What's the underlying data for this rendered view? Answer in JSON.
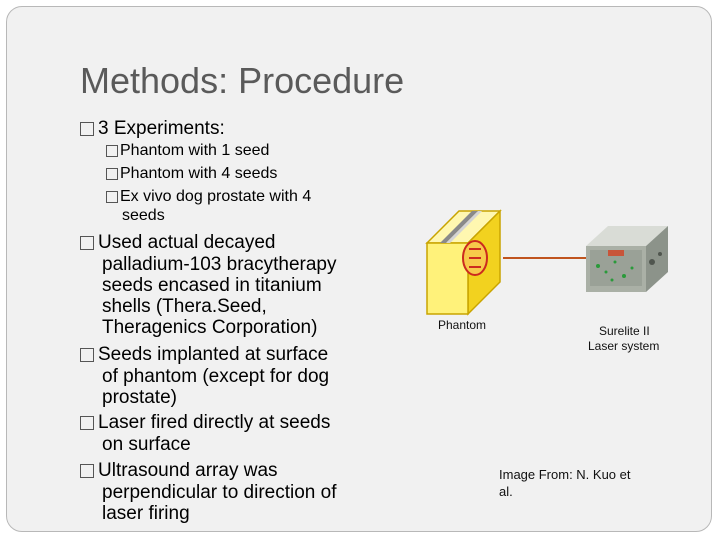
{
  "slide": {
    "title": "Methods: Procedure",
    "experiments": {
      "label": "3 Experiments:",
      "items": [
        "Phantom with 1 seed",
        "Phantom with 4 seeds",
        "Ex vivo dog prostate with 4",
        "seeds"
      ]
    },
    "bullets": [
      {
        "lines": [
          "Used actual decayed",
          "palladium-103 bracytherapy",
          "seeds encased in titanium",
          "shells (Thera.Seed,",
          "Theragenics Corporation)"
        ]
      },
      {
        "lines": [
          "Seeds implanted at surface",
          "of phantom (except for dog",
          "prostate)"
        ]
      },
      {
        "lines": [
          "Laser fired directly at seeds",
          "on surface"
        ]
      },
      {
        "lines": [
          "Ultrasound array was",
          "perpendicular to direction of",
          "laser firing"
        ]
      }
    ],
    "figure": {
      "phantom_label": "Phantom",
      "laser_label_line1": "Surelite II",
      "laser_label_line2": "Laser system",
      "credit_line1": "Image From: N. Kuo et",
      "credit_line2": "al."
    }
  }
}
